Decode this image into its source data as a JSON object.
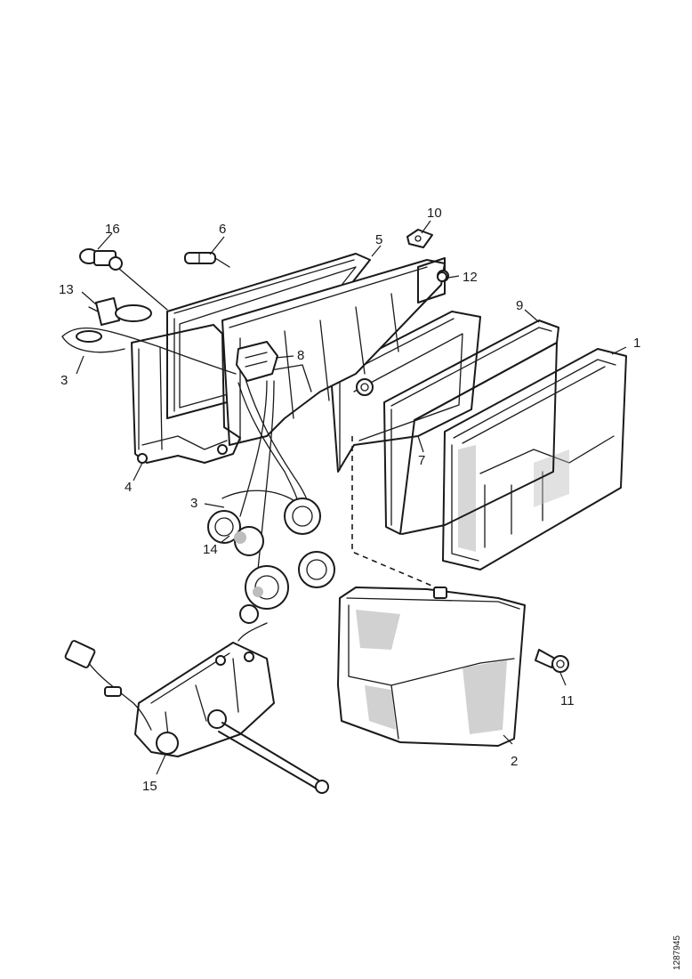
{
  "callouts": [
    {
      "id": "c1",
      "text": "1"
    },
    {
      "id": "c2",
      "text": "2"
    },
    {
      "id": "c3a",
      "text": "3"
    },
    {
      "id": "c3b",
      "text": "3"
    },
    {
      "id": "c4",
      "text": "4"
    },
    {
      "id": "c5",
      "text": "5"
    },
    {
      "id": "c6",
      "text": "6"
    },
    {
      "id": "c7",
      "text": "7"
    },
    {
      "id": "c8",
      "text": "8"
    },
    {
      "id": "c9",
      "text": "9"
    },
    {
      "id": "c10",
      "text": "10"
    },
    {
      "id": "c11",
      "text": "11"
    },
    {
      "id": "c12",
      "text": "12"
    },
    {
      "id": "c13",
      "text": "13"
    },
    {
      "id": "c14",
      "text": "14"
    },
    {
      "id": "c15",
      "text": "15"
    },
    {
      "id": "c16",
      "text": "16"
    }
  ],
  "reference_number": "1287945"
}
